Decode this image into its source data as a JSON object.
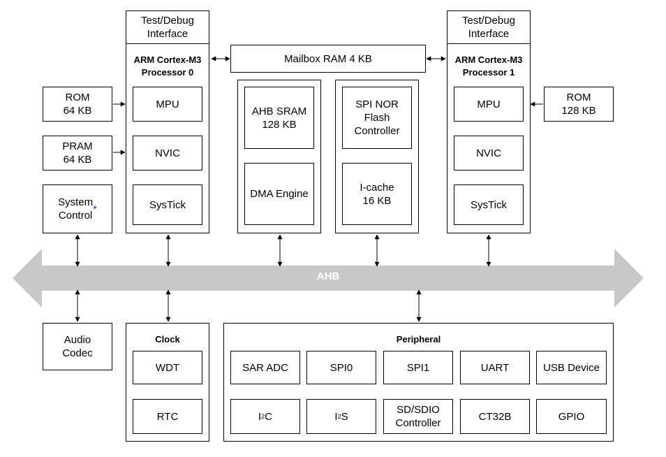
{
  "test_debug_0": "Test/Debug\nInterface",
  "test_debug_1": "Test/Debug\nInterface",
  "proc0": {
    "title": "ARM Cortex-M3\nProcessor 0",
    "mpu": "MPU",
    "nvic": "NVIC",
    "systick": "SysTick"
  },
  "proc1": {
    "title": "ARM Cortex-M3\nProcessor 1",
    "mpu": "MPU",
    "nvic": "NVIC",
    "systick": "SysTick"
  },
  "mailbox": "Mailbox RAM 4 KB",
  "rom_left": "ROM\n64 KB",
  "pram": "PRAM\n64 KB",
  "system_control": {
    "label": "System\nControl",
    "mark": "*"
  },
  "rom_right": "ROM\n128 KB",
  "ahb_sram": "AHB SRAM\n128 KB",
  "dma": "DMA Engine",
  "spi_nor": "SPI NOR\nFlash\nController",
  "icache": "I-cache\n16 KB",
  "bus": "AHB",
  "audio": "Audio\nCodec",
  "clock": {
    "title": "Clock",
    "wdt": "WDT",
    "rtc": "RTC"
  },
  "peripheral": {
    "title": "Peripheral",
    "row1": [
      "SAR ADC",
      "SPI0",
      "SPI1",
      "UART",
      "USB Device"
    ],
    "row2": {
      "i2c": {
        "base": "I",
        "sup": "2",
        "rest": "C"
      },
      "i2s": {
        "base": "I",
        "sup": "2",
        "rest": "S"
      },
      "sdio": "SD/SDIO\nController",
      "ct32b": "CT32B",
      "gpio": "GPIO"
    }
  },
  "colors": {
    "bus_fill": "#c8c8c8",
    "bus_text": "#ffffff",
    "asterisk": "#1f3fbf"
  }
}
